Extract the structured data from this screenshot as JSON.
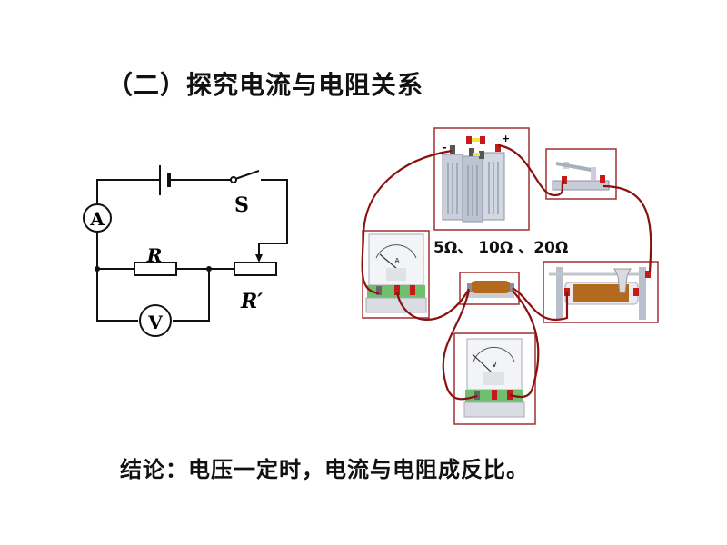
{
  "title": "（二）探究电流与电阻关系",
  "circuit": {
    "ammeter_label": "A",
    "voltmeter_label": "V",
    "resistor_label": "R",
    "rheostat_label": "R′",
    "switch_label": "S"
  },
  "apparatus": {
    "resistor_values": "5Ω、  10Ω  、20Ω",
    "battery_minus": "-",
    "battery_plus": "+",
    "ammeter_dial": "A",
    "voltmeter_dial": "V"
  },
  "conclusion": "结论：电压一定时，电流与电阻成反比。",
  "colors": {
    "wire": "#8b1010",
    "frame": "#a03030"
  }
}
